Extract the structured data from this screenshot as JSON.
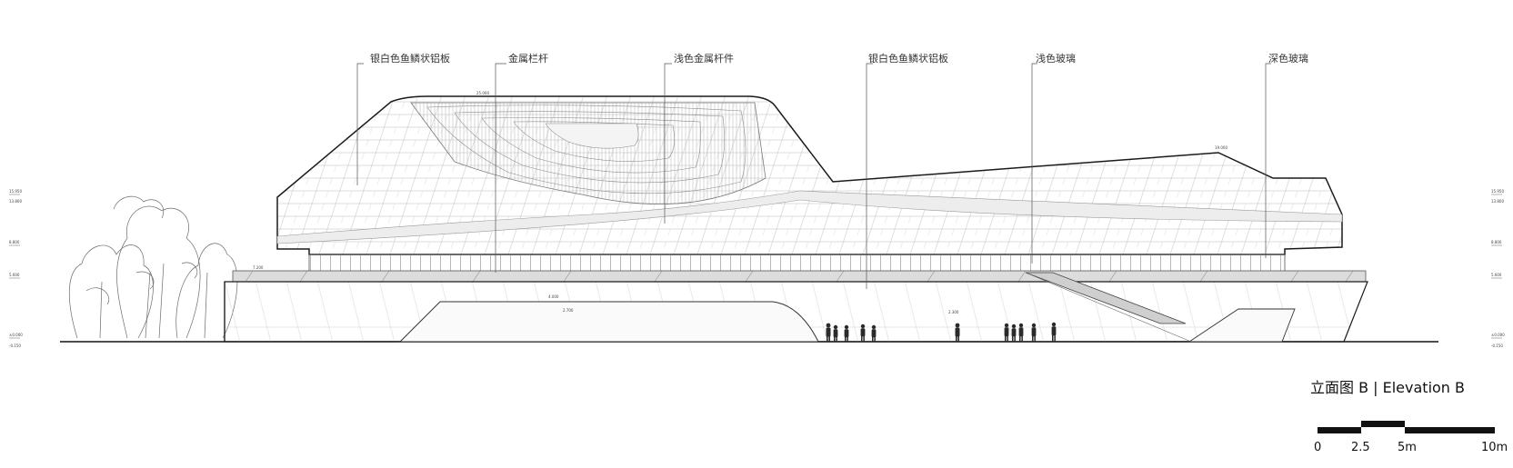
{
  "title": "立面图 B | Elevation B",
  "callouts": [
    "银白色鱼鳞状铝板",
    "金属栏杆",
    "浅色金属杆件",
    "银白色鱼鳞状铝板",
    "浅色玻璃",
    "深色玻璃"
  ],
  "dimension_labels": [
    "25.000",
    "19.000",
    "7.200",
    "4.000",
    "2.700",
    "2.300"
  ],
  "level_labels_left": [
    "15.950",
    "13.800",
    "8.800",
    "5.600",
    "±0.000",
    "-0.150"
  ],
  "level_labels_right": [
    "15.950",
    "13.800",
    "8.800",
    "5.600",
    "±0.000",
    "-0.150"
  ],
  "scale_bar": {
    "ticks": [
      "0",
      "2.5",
      "5m",
      "10m"
    ]
  },
  "colors": {
    "line": "#1a1a1a",
    "thin": "#9a9a9a",
    "glass": "#d8d8d8"
  }
}
